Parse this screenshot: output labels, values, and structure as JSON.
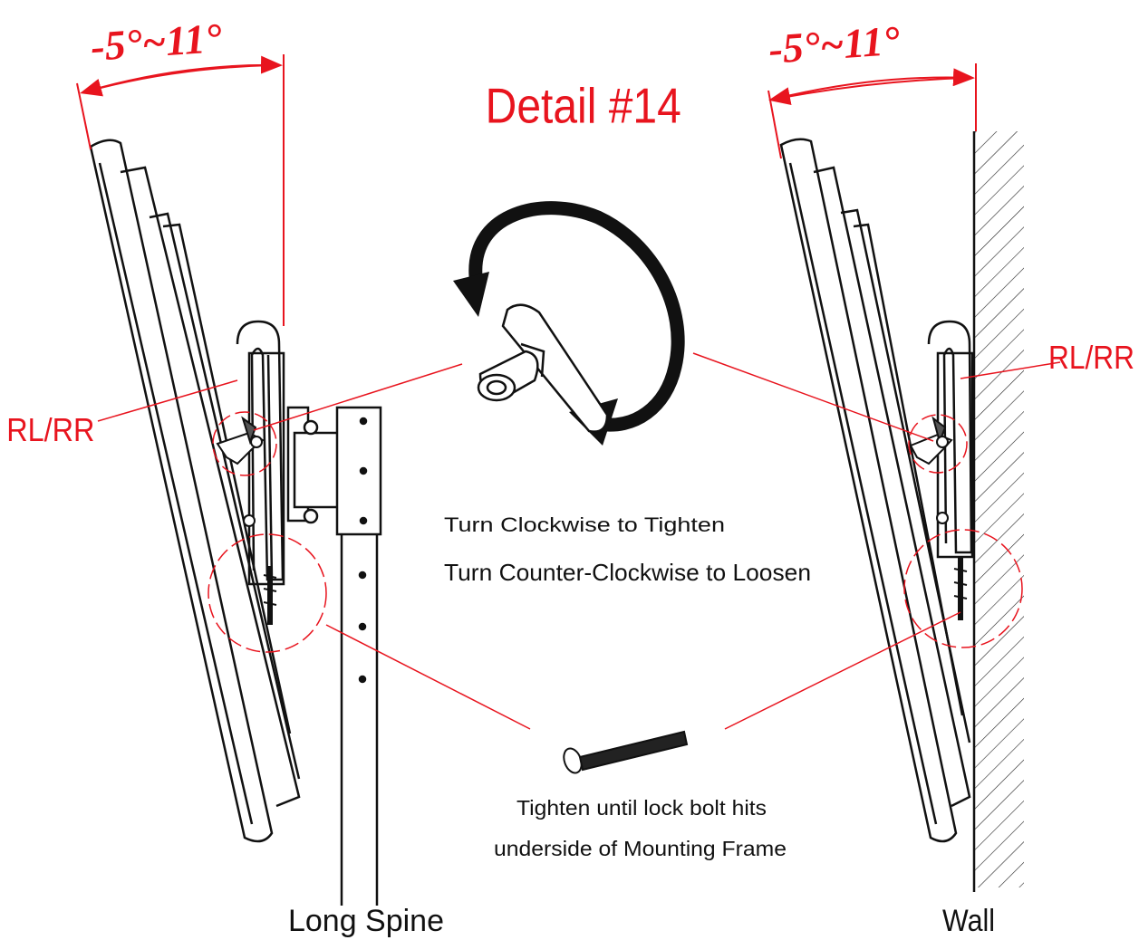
{
  "title": "Detail #14",
  "angles": {
    "left": "-5°~11°",
    "right": "-5°~11°"
  },
  "labels": {
    "rl_rr_left": "RL/RR",
    "rl_rr_right": "RL/RR",
    "long_spine": "Long Spine",
    "wall": "Wall"
  },
  "instructions": {
    "clockwise": "Turn Clockwise to Tighten",
    "counter_clockwise": "Turn Counter-Clockwise to Loosen"
  },
  "bolt_note": {
    "line1": "Tighten until lock bolt hits",
    "line2": "underside of Mounting Frame"
  },
  "colors": {
    "annotation": "#e8141e",
    "line_art": "#111111"
  }
}
